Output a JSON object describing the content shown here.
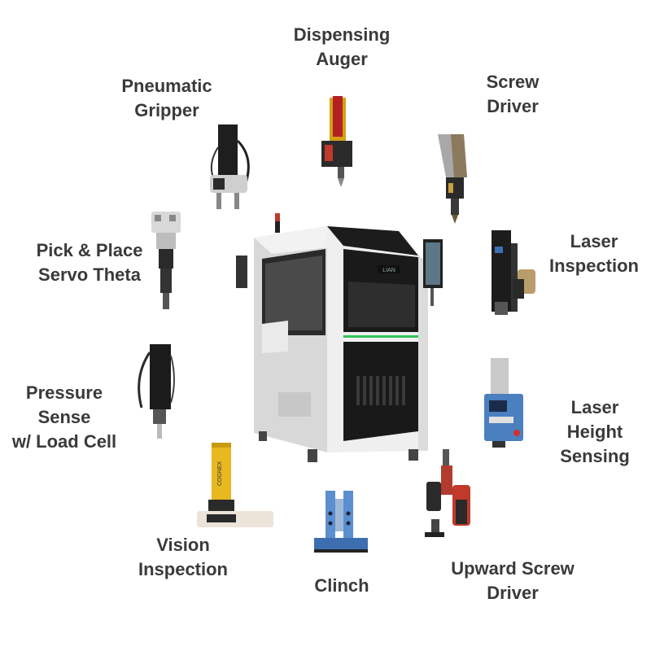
{
  "tools": {
    "dispensing_auger": [
      "Dispensing",
      "Auger"
    ],
    "screw_driver": [
      "Screw",
      "Driver"
    ],
    "pneumatic_gripper": [
      "Pneumatic",
      "Gripper"
    ],
    "pick_place": [
      "Pick & Place",
      "Servo Theta"
    ],
    "laser_inspection": [
      "Laser",
      "Inspection"
    ],
    "pressure_sense": [
      "Pressure",
      "Sense",
      "w/ Load Cell"
    ],
    "laser_height": [
      "Laser",
      "Height",
      "Sensing"
    ],
    "vision_inspection": [
      "Vision",
      "Inspection"
    ],
    "clinch": [
      "Clinch"
    ],
    "upward_screw": [
      "Upward Screw",
      "Driver"
    ]
  },
  "machine": {
    "screen_label": "LIAN"
  },
  "camera_brand": "COGNEX",
  "colors": {
    "label_text": "#3a3a3a",
    "machine_frame": "#ededed",
    "machine_panel": "#1a1a1a",
    "accent_yellow": "#e8b820",
    "accent_red": "#c0392b",
    "accent_blue": "#4a7fc0"
  }
}
